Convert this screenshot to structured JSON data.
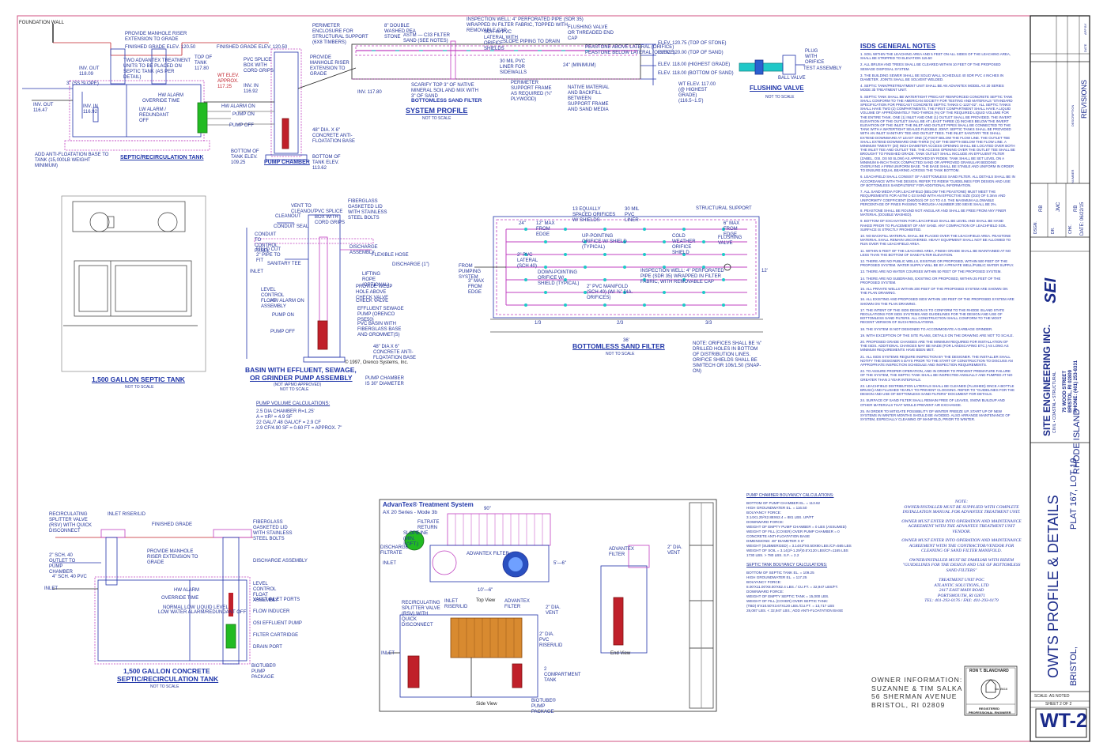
{
  "project": {
    "title": "OWTS PROFILE & DETAILS",
    "plat_lot": "PLAT 167, LOT 19",
    "town": "BRISTOL,",
    "state": "RHODE ISLAND",
    "sheet_number": "WT-2",
    "sheet_of": "SHEET 2 OF 2",
    "scale": "SCALE: AS NOTED"
  },
  "firm": {
    "name": "SITE ENGINEERING INC.",
    "tagline": "CIVIL • COASTAL • STRUCTURAL",
    "logo": "SEI",
    "address1": "75 WOOD STREET",
    "address2": "BRISTOL, RI 02809",
    "phone": "PHONE: (401) 253-8331"
  },
  "titleblock": {
    "dsgn": "DSGN.",
    "dsgn_v": "RB",
    "dr": "DR.",
    "dr_v": "JMC",
    "chk": "CHK.",
    "chk_v": "RB",
    "date": "DATE: 06/22/15",
    "revisions": "REVISIONS",
    "rev_cols": [
      "DESCRIPTION",
      "DATE",
      "NUMBER",
      "APP BY"
    ]
  },
  "stamp": {
    "name": "RON T. BLANCHARD",
    "no": "No. 8616",
    "label1": "REGISTERED",
    "label2": "PROFESSIONAL ENGINEER"
  },
  "owner": {
    "label": "OWNER INFORMATION:",
    "names": "SUZANNE & TIM SALKA",
    "street": "56 SHERMAN AVENUE",
    "city": "BRISTOL, RI 02809"
  },
  "headings": {
    "septic_recirc": "SEPTIC/RECIRCULATION TANK",
    "pump_chamber": "PUMP CHAMBER",
    "system_profile": "SYSTEM PROFILE",
    "system_profile_nts": "NOT TO SCALE",
    "bsf_profile": "BOTTOMLESS SAND FILTER",
    "flushing_valve": "FLUSHING VALVE",
    "flushing_nts": "NOT TO SCALE",
    "isds_notes": "ISDS GENERAL NOTES",
    "septic_1500": "1,500 GALLON SEPTIC TANK",
    "septic_1500_nts": "NOT TO SCALE",
    "basin": "BASIN WITH EFFLUENT, SEWAGE,",
    "basin2": "OR GRINDER PUMP ASSEMBLY",
    "basin_nts": "(NOT IAPMO APPROVED)",
    "basin_nts2": "NOT TO SCALE",
    "bsf_plan": "BOTTOMLESS SAND FILTER",
    "bsf_plan_nts": "NOT TO SCALE",
    "concrete_tank": "1,500 GALLON CONCRETE",
    "concrete_tank2": "SEPTIC/RECIRCULATION TANK",
    "concrete_nts": "NOT TO SCALE",
    "advantex": "AdvanTex® Treatment System",
    "advantex_sub": "AX 20 Series - Mode 3b",
    "top_view": "Top View",
    "side_view": "Side View",
    "end_view": "End View"
  },
  "labels": {
    "foundation_wall": "FOUNDATION WALL",
    "manhole": "PROVIDE MANHOLE RISER EXTENSION TO GRADE",
    "finished_grade": "FINISHED GRADE ELEV. 120.50",
    "advantex_units": "TWO ADVANTEX TREATMENT UNITS TO BE PLACED ON SEPTIC TANK (AS PER DETAIL)",
    "top_tank": "TOP OF TANK 117.80",
    "inv_out": "INV. OUT 118.09",
    "slope": "3\" (SS SLOPE)",
    "inv_out2": "INV. OUT 116.47",
    "inv_in": "INV. IN 116.92",
    "hw_alarm": "HW ALARM",
    "override": "OVERRIDE TIME",
    "lw_alarm": "LW ALARM / REDUNDANT OFF",
    "anti_float": "ADD ANTI-FLOATATION BASE TO TANK (15,000LB WEIGHT MINIMUM)",
    "finished_grade2": "FINISHED GRADE ELEV. 120.50",
    "splice_box": "PVC SPLICE BOX WITH CORD GRIPS",
    "wt_elev": "WT ELEV. APPROX. 117.25",
    "inv_in2": "INV. IN 116.92",
    "hw_alarm2": "HW ALARM ON",
    "pump_on": "PUMP ON",
    "pump_off": "PUMP OFF",
    "bottom_tank": "BOTTOM OF TANK ELEV. 109.25",
    "bottom_tank2": "BOTTOM OF TANK ELEV. 113.62",
    "concrete_base": "48\" DIA. X 6\" CONCRETE ANTI-FLOATATION BASE",
    "perimeter_enclosure": "PERIMETER ENCLOSURE FOR STRUCTURAL SUPPORT (6X8 TIMBERS)",
    "pea_stone": "8\" DOUBLE WASHED PEA STONE",
    "filter_sand": "ASTM — C33 FILTER SAND (SEE NOTES)",
    "inspection_well": "INSPECTION WELL: 4\" PERFORATED PIPE (SDR 35) WRAPPED IN FILTER FABRIC, TOPPED WITH REMOVABLE CAP",
    "flushing_valve_lbl": "FLUSHING VALVE OR THREADED END CAP",
    "sch40": "SCH 40 PVC LATERAL WITH ORIFICE SHIELDS",
    "slope_piping": "SLOPE PIPING TO DRAIN",
    "peastone_above": "PEASTONE ABOVE LATERAL (ORIFICE)",
    "peastone_below": "PEASTONE BELOW LATERAL (ORIFICE)",
    "elev_stone": "ELEV. 120.75 (TOP OF STONE)",
    "elev_sand": "ELEV. 120.00 (TOP OF SAND)",
    "elev_highest": "ELEV. 118.00 (HIGHEST GRADE)",
    "elev_bottom": "ELEV. 118.00 (BOTTOM OF SAND)",
    "wt_elev2": "WT ELEV. 117.00 (@ HIGHEST GRADE) (116.5~1.5')",
    "scarify": "SCARIFY TOP 3\" OF NATIVE MINERAL SOIL AND MIX WITH 3\" OF SAND",
    "native": "NATIVE MATERIAL AND BACKFILL BETWEEN SUPPORT FRAME AND SAND MEDIA",
    "perimeter_support": "PERIMETER SUPPORT FRAME AS REQUIRED (¾\" PLYWOOD)",
    "pvc_liner": "30 MIL PVC LINER FOR SIDEWALLS",
    "min24": "24\" (MINIMUM)",
    "plug_orifice": "PLUG WITH ORIFICE",
    "ball_valve": "BALL VALVE",
    "test_assembly": "TEST ASSEMBLY",
    "inv_1178": "INV. 117.80",
    "pump_volume": "PUMP VOLUME CALCULATIONS:",
    "pump_calc1": "2.5 DIA CHAMBER  R=1.25'",
    "pump_calc2": "A = πR² = 4.9 SF",
    "pump_calc3": "22 GAL/7.48 GAL/CF = 2.9 CF",
    "pump_calc4": "2.9 CF/4.90 SF = 0.60 FT = APPROX. 7\"",
    "copyright": "© 1997, Orenco Systems, Inc.",
    "pump_chamber_dia": "PUMP CHAMBER IS 30\" DIAMETER",
    "vent_cleanout": "VENT TO CLEANOUT",
    "cleanout": "CLEANOUT",
    "fiberglass_lid": "FIBERGLASS GASKETED LID WITH STAINLESS STEEL BOLTS",
    "pvc_splice": "PVC SPLICE BOX WITH CORD GRIPS",
    "conduit_seal": "CONDUIT SEAL",
    "conduit_panel": "CONDUIT TO CONTROL PANEL",
    "field_cut": "FIELD CUT 2\" PIPE TO FIT",
    "sanitary_tee": "SANITARY TEE",
    "discharge_assy": "DISCHARGE ASSEMBLY",
    "flexible_hose": "FLEXIBLE HOSE",
    "discharge_1": "DISCHARGE (1\")",
    "inlet": "INLET",
    "lifting_rope": "LIFTING ROPE (OPTIONAL)",
    "weep_hole": "PROVIDE WEEP HOLE ABOVE CHECK VALVE",
    "level_control": "LEVEL CONTROL FLOAT ASSEMBLY",
    "hw_alarm_on": "HW ALARM ON",
    "check_valve": "CHECK VALVE",
    "effluent_pump": "EFFLUENT SEWAGE PUMP (ORENCO PSE50)",
    "pvc_basin": "PVC BASIN WITH FIBERGLASS BASE AND GROMMET(S)",
    "pump_on2": "PUMP ON",
    "pump_off2": "PUMP OFF",
    "concrete_base2": "48\" DIA X 6\" CONCRETE ANTI-FLOATATION BASE",
    "equally_spaced": "13 EQUALLY SPACED ORIFICES W/ SHIELDS",
    "pvc_liner2": "30 MIL PVC LINER",
    "structural_support": "STRUCTURAL SUPPORT",
    "max_edge": "12\" MAX FROM EDGE",
    "max_edge2": "6\" MAX FROM EDGE",
    "up_pointing": "UP-POINTING ORIFICE W/ SHIELD (TYPICAL)",
    "cold_weather": "COLD WEATHER ORIFICE SHIELD",
    "flushing_valve2": "FLUSHING VALVE",
    "lateral_sch40": "2\" PVC LATERAL (SCH 40)",
    "from_pumping": "FROM PUMPING SYSTEM",
    "max_from_edge3": "3\" MAX FROM EDGE",
    "down_pointing": "DOWN-POINTING ORIFICE W/ SHIELD (TYPICAL)",
    "inspection_well2": "INSPECTION WELL: 4\" PERFORATED PIPE (SDR 35) WRAPPED IN FILTER FABRIC, WITH REMOVABLE CAP",
    "manifold": "2\" PVC MANIFOLD (SCH 40) (W/ ⅜\" DIA. ORIFICES)",
    "orifice_note": "NOTE: ORIFICES SHALL BE ⅛\" DRILLED HOLES IN BOTTOM OF DISTRIBUTION LINES. ORIFICE SHIELDS SHALL BE SIM/TECH OR 106/1.50 (SNAP-ON)",
    "dim_24": "24\"",
    "dim_12": "12'",
    "dim_36": "36'",
    "thirds": "1/3",
    "thirds2": "2/3",
    "thirds3": "3/3",
    "splitter": "RECIRCULATING SPLITTER VALVE (RSV) WITH QUICK DISCONNECT",
    "inlet_riser": "INLET RISER/LID",
    "finished_grade3": "FINISHED GRADE",
    "fiberglass_lid2": "FIBERGLASS GASKETED LID WITH STAINLESS STEEL BOLTS",
    "manhole2": "PROVIDE MANHOLE RISER EXTENSION TO GRADE",
    "outlet_pump": "2\" SCH. 40 OUTLET TO PUMP CHAMBER",
    "discharge_assy2": "DISCHARGE ASSEMBLY",
    "sch40_pvc": "4\" SCH. 40 PVC",
    "inlet2": "INLET",
    "hw_alarm3": "HW ALARM",
    "override2": "OVERRIDE TIME",
    "normal_liquid": "NORMAL LOW LIQUID LEVEL",
    "low_water": "LOW WATER ALARM/REDUNDANT OFF",
    "level_control2": "LEVEL CONTROL FLOAT ASSEMBLY",
    "vault_inlet": "VAULT INLET PORTS",
    "flow_inducer": "FLOW INDUCER",
    "osi_pump": "OSI EFFLUENT PUMP",
    "filter_cartridge": "FILTER CARTRIDGE",
    "drain_port": "DRAIN PORT",
    "biotube": "BIOTUBE® PUMP PACKAGE",
    "filtrate_return": "FILTRATE RETURN LINE",
    "discharge_filtrate": "DISCHARGE FILTRATE",
    "inlet3": "INLET",
    "advantex_filter": "ADVANTEX FILTER",
    "slope_min": "SLOPE (MIN. ⅛\"/FT.)",
    "dim_90": "90\"",
    "dim_10_6": "10'—6\"",
    "dim_5_6": "5'—6\"",
    "recirc_splitter": "RECIRCULATING SPLITTER VALVE (RSV) WITH QUICK DISCONNECT",
    "inlet_riser2": "INLET RISER/LID",
    "advantex_filter2": "ADVANTEX FILTER",
    "vent_2dia": "2\" DIA. VENT",
    "pvc_riser": "2\" DIA. PVC RISER/LID",
    "inlet4": "INLET",
    "two_compartment": "2 COMPARTMENT TANK",
    "biotube2": "BIOTUBE® PUMP PACKAGE",
    "advantex_filter3": "ADVANTEX FILTER",
    "vent_2dia2": "2\" DIA. VENT",
    "pump_buoyancy": "PUMP CHAMBER BOUYANCY CALCULATIONS:",
    "pump_b1": "BOTTOM OF PUMP CHAMBER EL. = 113.62",
    "pump_b2": "HIGH GROUNDWATER EL. = 116.50",
    "pump_b3": "BOUYANCY FORCE:",
    "pump_b4": "3.14X1.25²X2.88X62.4 = 881 LBS. UP/FT",
    "pump_b5": "DOWNWARD FORCE:",
    "pump_b6": "WEIGHT OF EMPTY PUMP CHAMBER = 0 LBS (ASSUMED)",
    "pump_b7": "WEIGHT OF FILL (COVER) OVER PUMP CHAMBER = 0",
    "pump_b8": "CONCRETE ANTI-FLOATATION BASE",
    "pump_b9": "DIMENSIONS: 48\" DIAMETER X 6\"",
    "pump_b10": "WEIGHT (SUBMERGED) = 3.14X2²X0.50X90 LBS./CF=565 LBS",
    "pump_b11": "WEIGHT OF SOIL = 3.14(2²-1.25²)0.5'X120 LBS/CF=1165 LBS",
    "pump_b12": "1730 LBS. > 780 LBS. S.F. = 2.2",
    "septic_buoyancy": "SEPTIC TANK BOUYANCY CALCULATIONS:",
    "sep_b1": "BOTTOM OF SEPTIC TANK EL. = 109.25",
    "sep_b2": "HIGH GROUNDWATER EL. = 117.25",
    "sep_b3": "BOUYANCY FORCE:",
    "sep_b4": "8.00'X11.00'X8.00'X62.4 LBS. / CU.FT. = 32,947 LBS/FT.",
    "sep_b5": "DOWNWARD FORCE:",
    "sep_b6": "WEIGHT OF EMPTY SEPTIC TANK = 15,000 LBS.",
    "sep_b7": "WEIGHT OF FILL (COVER) OVER SEPTIC TANK:",
    "sep_b8": "(TBD) 8'X10.50'X3.67X120 LBS./CU.FT. = 13,717 LBS",
    "sep_b9": "28,087 LBS. < 32,947 LBS.; ADD ANTI-FLOATATION BASE"
  },
  "orenco_notes": [
    "NOTE:",
    "OWNER/INSTALLER MUST BE SUPPLIED WITH COMPLETE INSTALLATION MANUAL FOR ADVANTEX TREATMENT UNIT.",
    "OWNER MUST ENTER INTO OPERATION AND MAINTENANCE AGREEMENT WITH THE ADVANTEX TREATMENT UNIT VENDOR.",
    "OWNER MUST ENTER INTO OPERATION AND MAINTENANCE AGREEMENT WITH THE CONTRACTOR/VENDOR FOR CLEANING OF SAND FILTER MANIFOLD.",
    "OWNER/INSTALLER MUST BE FAMILIAR WITH RIDEM \"GUIDELINES FOR THE DESIGN AND USE OF BOTTOMLESS SAND FILTERS\"",
    "TREATMENT UNIT POC",
    "ATLANTIC SOLUTIONS, LTD",
    "2417 EAST MAIN ROAD",
    "PORTSMOUTH, RI 02871",
    "TEL: 401-293-0176 / FAX: 401-293-0179"
  ],
  "isds_notes": [
    "1.  SOIL WITHIN THE LEACHING AREA AND 5 FEET ON ALL SIDES OF THE LEACHING AREA, SHALL BE STRIPPED TO ELEVATION 115.50",
    "2.  ALL BRUSH AND TREES SHALL BE CLEARED WITHIN 10 FEET OF THE PROPOSED SEWAGE DISPOSAL SYSTEM.",
    "3.  THE BUILDING SEWER SHALL BE SOLID WALL SCHEDULE 40 SDR PVC 4 INCHES IN DIAMETER. JOINTS SHALL BE SOLVENT WELDED.",
    "4.  SEPTIC TANK/PRETREATMENT UNIT SHALL BE AN ADVANTEX MODEL AX 20 SERIES MODE 3b TREATMENT UNIT.",
    "5.  SEPTIC TANK SHALL BE WATERTIGHT PRECAST REINFORCED CONCRETE SEPTIC TANK SHALL CONFORM TO THE AMERICAN SOCIETY FOR TESTING AND MATERIALS \"STANDARD SPECIFICATION FOR PRECAST CONCRETE SEPTIC TANKS C-1227-02\". ALL SEPTIC TANKS SHALL HAVE TWO (2) COMPARTMENTS. THE FIRST COMPARTMENT SHALL HAVE A LIQUID VOLUME OF APPROXIMATELY TWO-THIRDS (⅔) OF THE REQUIRED LIQUID VOLUME FOR THE ENTIRE TANK. ONE (1) INLET AND ONE (1) OUTLET SHALL BE PROVIDED. THE INVERT ELEVATION OF THE OUTLET SHALL BE AT LEAST THREE (3) INCHES BELOW THE INVERT ELEVATION OF THE INLET. THE INLET AND OUTLET PIPES SHALL BE CONNECTED TO THE TANK WITH A WATERTIGHT SEALED FLEXIBLE JOINT. SEPTIC TANKS SHALL BE PROVIDED WITH AN INLET SANITARY TEE AND OUTLET TEES. THE INLET SANITARY TEE SHALL EXTEND DOWNWARD AT LEAST ONE (1) FOOT BELOW THE FLOW LINE. THE OUTLET TEE SHALL EXTEND DOWNWARD ONE-THIRD (⅓) OF THE DEPTH BELOW THE FLOW LINE. A MINIMUM TWENTY (20) INCH DIAMETER ACCESS OPENING SHALL BE LOCATED OVER BOTH THE INLET TEE AND OUTLET TEE. THE ACCESS OPENING OVER THE OUTLET TEE SHALL BE BROUGHT TO FINISHED GRADE. TANK OUTLET SHALL INCLUDE AN EFFLUENT FILTER (ZABEL, OSI, DS 50 SLOW) AS APPROVED BY RIDEM. TANK SHALL BE SET LEVEL ON A MINIMUM 6-INCH THICK COMPACTED SAND OR APPROVED GRANULAR BEDDING OVERLYING A FIRM UNIFORM BASE. THE BASE SHALL BE STABLE AND UNIFORM IN ORDER TO ENSURE EQUAL BEARING ACROSS THE TANK BOTTOM.",
    "6.  LEACHFIELD SHALL CONSIST OF A BOTTOMLESS SAND FILTER. ALL DETAILS SHALL BE IN ACCORDANCE WITH THE DESIGN. REFER TO RIDEM \"GUIDELINES FOR DESIGN AND USE OF BOTTOMLESS SANDFILTERS\" FOR ADDITIONAL INFORMATION.",
    "7.  ALL SAND MEDIA FOR LEACHFIELD (BELOW THE PEASTONE) MUST MEET THE REQUIREMENTS FOR ASTM C-33 SAND WITH AN EFFECTIVE SIZE (D10) OF 0.3mm AND UNIFORMITY COEFFICIENT (D60/D10) OF 3.0 TO 4.0. THE MAXIMUM ALLOWABLE PERCENTAGE OF FINES PASSING THROUGH A NUMBER 200 SIEVE SHALL BE 3%.",
    "8.  PEASTONE SHALL BE ROUND NOT ANGULAR AND SHALL BE FREE FROM ANY FINER MATERIAL (DOUBLE WASHED).",
    "9.  BOTTOM OF EXCAVATION FOR LEACHFIELD SHALL BE LEVEL AND SHALL BE HAND RAKED PRIOR TO PLACEMENT OF ANY SAND. ANY COMPACTION OF LEACHFIELD SOIL SURFACE IS STRICTLY PROHIBITED.",
    "10.  NO BACKFILL MATERIAL SHALL BE PLACED OVER THE LEACHFIELD AREA. PEASTONE MATERIAL SHALL REMAIN UNCOVERED. HEAVY EQUIPMENT SHALL NOT BE ALLOWED TO RUN OVER THE LEACHFIELD AREA.",
    "11.  WITHIN 5 FEET OF THE LEACHING AREA, FINISH GRADE SHALL BE MAINTAINED AT NO LESS THAN THE BOTTOM OF SAND FILTER ELEVATION.",
    "12.  THERE ARE NO PUBLIC WELLS, EXISTING OR PROPOSED, WITHIN 500 FEET OF THE PROPOSED SYSTEM. WATER SUPPLY WILL BE BY A PRIVATE WELL/PUBLIC WATER SUPPLY.",
    "13.  THERE ARE NO WATER COURSES WITHIN 50 FEET OF THE PROPOSED SYSTEM.",
    "14.  THERE ARE NO SUBDRAINS, EXISTING OR PROPOSED, WITHIN 25 FEET OF THE PROPOSED SYSTEM.",
    "15.  ALL PRIVATE WELLS WITHIN 200 FEET OF THE PROPOSED SYSTEM ARE SHOWN ON THE PLAN DRAWING.",
    "16.  ALL EXISTING AND PROPOSED ISDS WITHIN 100 FEET OF THE PROPOSED SYSTEM ARE SHOWN ON THE PLAN DRAWING.",
    "17.  THE INTENT OF THE ISDS DESIGN IS TO CONFORM TO THE RHODE ISLAND STATE REGULATIONS FOR ISDS SYSTEMS AND GUIDELINES FOR THE DESIGN AND USE OF BOTTOMLESS SAND FILTERS. ALL CONSTRUCTION SHALL CONFORM TO THE MOST RECENT VERSION OF SUCH REGULATIONS.",
    "18.  THE SYSTEM IS NOT DESIGNED TO ACCOMMODATE A GARBAGE GRINDER.",
    "19.  WITH EXCEPTION OF THE SITE PLANS, DETAILS ON THE DRAWING ARE NOT TO SCALE.",
    "20.  PROPOSED GRADE CHANGES ARE THE MINIMUM REQUIRED FOR INSTALLATION OF THE ISDS. ADDITIONAL CHANGES MAY BE MADE (FOR LANDSCAPING ETC.) AS LONG AS MINIMUM REQUIREMENTS HAVE BEEN MET.",
    "21.  ALL ISDS SYSTEMS REQUIRE INSPECTION BY THE DESIGNER. THE INSTALLER SHALL NOTIFY THE DESIGNER 5 DAYS PRIOR TO THE START OF CONSTRUCTION TO DISCUSS AN APPROPRIATE INSPECTION SCHEDULE AND INSPECTION REQUIREMENTS.",
    "22.  TO ASSURE PROPER OPERATION, AND IN ORDER TO PREVENT PREMATURE FAILURE OF THE SYSTEM, THE SEPTIC TANK SHALL BE INSPECTED ANNUALLY AND PUMPED AT NO GREATER THAN 3 YEAR INTERVALS.",
    "23.  LEACHFIELD DISTRIBUTION LATERALS SHALL BE CLEANED (FLUSHED) ONCE A BOTTLE BRUSH) AND FLUSHED YEARLY TO PREVENT CLOGGING. REFER TO \"GUIDELINES FOR THE DESIGN AND USE OF BOTTOMLESS SAND FILTERS\" DOCUMENT FOR DETAILS.",
    "24.  SURFACE OF SAND FILTER SHALL REMAIN FREE OF LEAVES, SNOW BUILDUP AND OTHER MATERIALS THAT WOULD PREVENT AIR EXCHANGE.",
    "25.  IN ORDER TO MITIGATE POSSIBILITY OF WINTER FREEZE UP, START UP OF NEW SYSTEMS IN WINTER MONTHS SHOULD BE AVOIDED. ALSO ARRANGE MAINTENANCE OF SYSTEM, ESPECIALLY CLEANING OF MANIFOLD, PRIOR TO WINTER."
  ],
  "colors": {
    "ink": "#2233aa",
    "red_line": "#c0202a",
    "magenta": "#c040c0",
    "cyan": "#20c8c8",
    "green": "#22bb22",
    "border": "#d05080"
  }
}
